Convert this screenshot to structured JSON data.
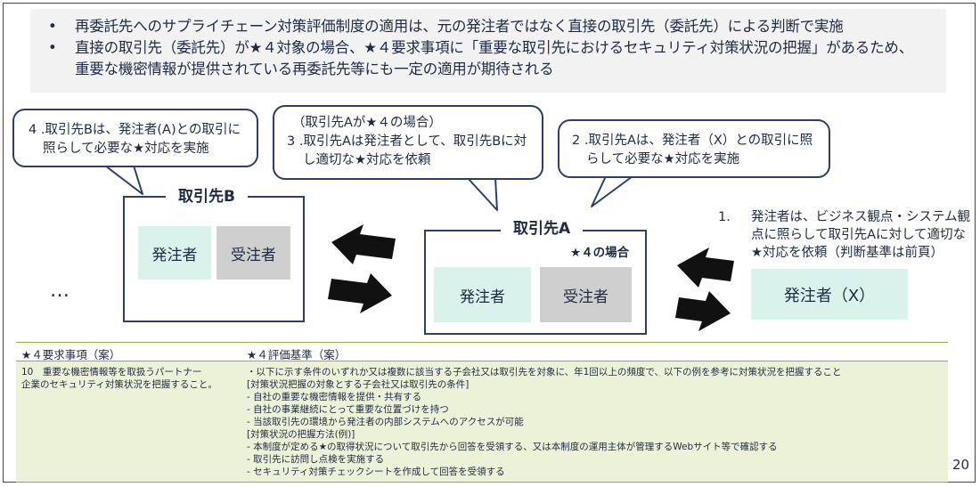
{
  "banner": {
    "bullets": [
      {
        "marker": "•",
        "lines": [
          "再委託先へのサプライチェーン対策評価制度の適用は、元の発注者ではなく直接の取引先（委託先）による判断で実施"
        ]
      },
      {
        "marker": "•",
        "lines": [
          "直接の取引先（委託先）が★４対象の場合、★４要求事項に「重要な取引先におけるセキュリティ対策状況の把握」があるため、",
          "重要な機密情報が提供されている再委託先等にも一定の適用が期待される"
        ]
      }
    ]
  },
  "callouts": {
    "step4": {
      "lines": [
        "4 .取引先Bは、発注者(A)との取引に",
        "照らして必要な★対応を実施"
      ]
    },
    "step3": {
      "lines": [
        "（取引先Aが★４の場合）",
        "3 .取引先Aは発注者として、取引先Bに対",
        "し適切な★対応を依頼"
      ]
    },
    "step2": {
      "lines": [
        "2 .取引先Aは、発注者（X）との取引に照",
        "らして必要な★対応を実施"
      ]
    }
  },
  "step1": {
    "num": "1.",
    "lines": [
      "発注者は、ビジネス観点・システム観",
      "点に照らして取引先Aに対して適切な",
      "★対応を依頼（判断基準は前頁）"
    ]
  },
  "entities": {
    "b": {
      "title": "取引先B",
      "orderer": "発注者",
      "supplier": "受注者",
      "ellipsis": "…"
    },
    "a": {
      "title": "取引先A",
      "note": "★４の場合",
      "orderer": "発注者",
      "supplier": "受注者"
    },
    "x": {
      "label": "発注者（X）"
    }
  },
  "table": {
    "headers": [
      "★４要求事項（案）",
      "★４評価基準（案）"
    ],
    "requirement_lines": [
      "10　重要な機密情報等を取扱うパートナー",
      "企業のセキュリティ対策状況を把握すること。"
    ],
    "criteria_lines": [
      "・以下に示す条件のいずれか又は複数に該当する子会社又は取引先を対象に、年1回以上の頻度で、以下の例を参考に対策状況を把握すること",
      "[対策状況把握の対象とする子会社又は取引先の条件]",
      "- 自社の重要な機密情報を提供・共有する",
      "- 自社の事業継続にとって重要な位置づけを持つ",
      "- 当該取引先の環境から発注者の内部システムへのアクセスが可能",
      "[対策状況の把握方法(例)]",
      "- 本制度が定める★の取得状況について取引先から回答を受領する、又は本制度の運用主体が管理するWebサイト等で確認する",
      "- 取引先に訪問し点検を実施する",
      "- セキュリティ対策チェックシートを作成して回答を受領する"
    ]
  },
  "page_number": "20",
  "colors": {
    "navy": "#2c3e6b",
    "mint": "#d9f3ec",
    "grey": "#cfcfcf",
    "table_bg": "#ecf2d8",
    "table_rule": "#9aaf3a",
    "banner_bg": "#f2f2f2"
  }
}
